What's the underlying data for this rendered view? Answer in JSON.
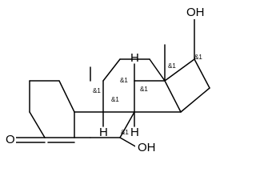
{
  "molecule": {
    "atoms": {
      "o_top": "OH",
      "o_bottom": "OH",
      "o_ketone": "O",
      "h_top": "H",
      "h_left": "H",
      "h_mid": "H"
    },
    "stereo_labels": [
      "&1",
      "&1",
      "&1",
      "&1",
      "&1",
      "&1",
      "&1"
    ]
  }
}
